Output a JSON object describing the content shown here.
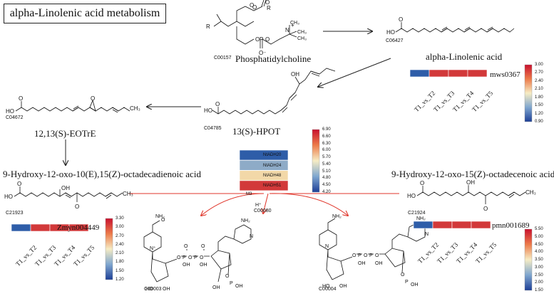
{
  "title": "alpha-Linolenic acid metabolism",
  "compounds": {
    "phosphatidylcholine": {
      "id": "C00157",
      "name": "Phosphatidylcholine"
    },
    "alpha_linolenic": {
      "id": "C06427",
      "name": "alpha-Linolenic acid"
    },
    "hpot": {
      "id": "C04785",
      "name": "13(S)-HPOT"
    },
    "eotre": {
      "id": "C04672",
      "name": "12,13(S)-EOTrE"
    },
    "hydroxy_oxo_dienoic": {
      "id": "C21923",
      "name": "9-Hydroxy-12-oxo-10(E),15(Z)-octadecadienoic acid"
    },
    "hydroxy_oxo_enoic": {
      "id": "C21924",
      "name": "9-Hydroxy-12-oxo-15(Z)-octadecenoic acid"
    },
    "nad": {
      "id": "C00003"
    },
    "nadh": {
      "id": "C00004"
    },
    "hplus": {
      "id": "C00080",
      "label": "H⁺"
    }
  },
  "samples": [
    "T1_vs_T2",
    "T1_vs_T3",
    "T1_vs_T4",
    "T1_vs_T5"
  ],
  "heatmaps": [
    {
      "gene": "mws0367",
      "colors": [
        "#2e5da8",
        "#d2393a",
        "#d2393a",
        "#d2393a"
      ],
      "scale_ticks": [
        "3.00",
        "2.70",
        "2.40",
        "2.10",
        "1.80",
        "1.50",
        "1.20",
        "0.90"
      ]
    },
    {
      "gene": "Zmyn004449",
      "colors": [
        "#2e5da8",
        "#d2393a",
        "#d2393a",
        "#d2393a"
      ],
      "scale_ticks": [
        "3.30",
        "3.00",
        "2.70",
        "2.40",
        "2.10",
        "1.80",
        "1.50",
        "1.20"
      ]
    },
    {
      "gene": "pmn001689",
      "colors": [
        "#2e5da8",
        "#d2393a",
        "#d2393a",
        "#d2393a"
      ],
      "scale_ticks": [
        "5.50",
        "5.00",
        "4.50",
        "4.00",
        "3.50",
        "3.00",
        "2.50",
        "2.00",
        "1.50"
      ]
    }
  ],
  "enzyme_heatmap": {
    "title": "M3",
    "genes": [
      {
        "name": "NtADH20",
        "color": "#2e5da8"
      },
      {
        "name": "NtADH24",
        "color": "#8eabc7"
      },
      {
        "name": "NtADH48",
        "color": "#f2d8a8"
      },
      {
        "name": "NtADH51",
        "color": "#d2393a"
      }
    ],
    "scale_ticks": [
      "6.90",
      "6.60",
      "6.30",
      "6.00",
      "5.70",
      "5.40",
      "5.10",
      "4.80",
      "4.50",
      "4.20"
    ]
  },
  "colors": {
    "low": "#2e5da8",
    "mid": "#f2e3b8",
    "high": "#d2393a",
    "reaction_arrow": "#e0362b",
    "arrow": "#222222"
  }
}
